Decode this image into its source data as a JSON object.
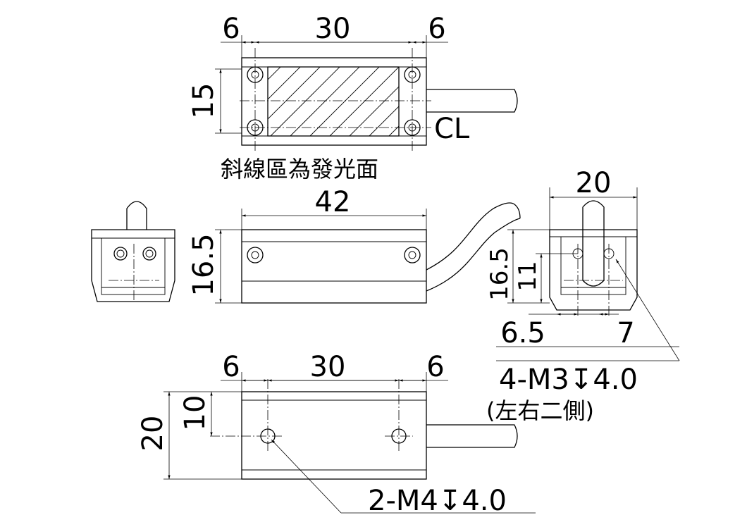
{
  "top_view": {
    "dim_left": "6",
    "dim_center": "30",
    "dim_right": "6",
    "dim_height": "15",
    "centerline_label": "CL",
    "note": "斜線區為發光面"
  },
  "front_view": {
    "dim_length": "42",
    "dim_height": "16.5"
  },
  "side_view": {
    "dim_width": "20",
    "dim_height": "16.5",
    "dim_hole_height": "11",
    "dim_left": "6.5",
    "dim_right": "7",
    "hole_callout": "4-M3↧4.0",
    "hole_callout_note": "(左右二側)"
  },
  "bottom_view": {
    "dim_left": "6",
    "dim_center": "30",
    "dim_right": "6",
    "dim_height": "20",
    "dim_hole_offset": "10",
    "hole_callout": "2-M4↧4.0"
  }
}
